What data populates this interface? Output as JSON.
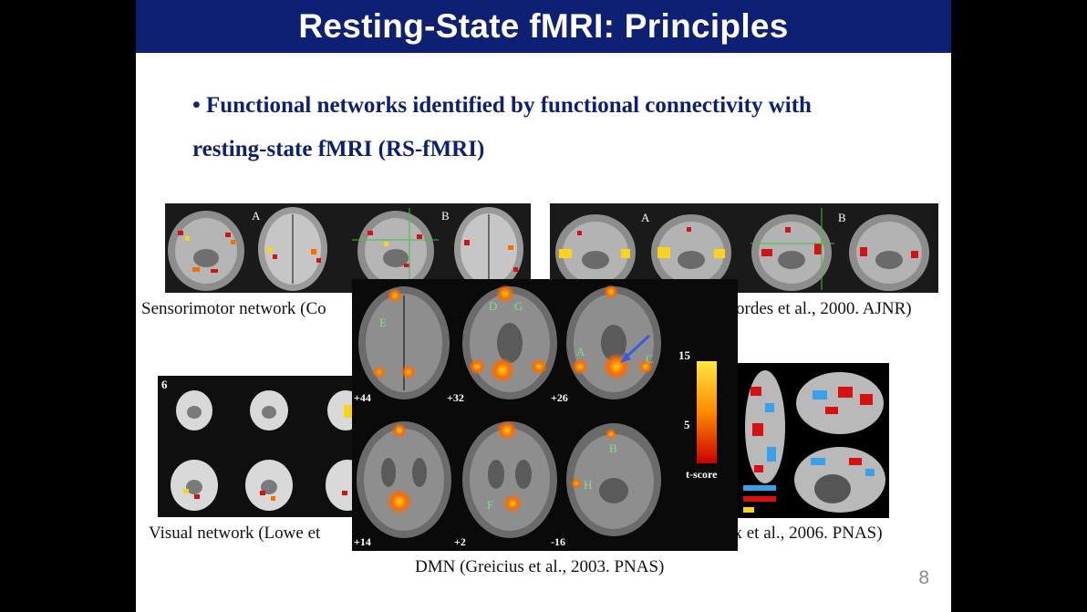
{
  "slide": {
    "title": "Resting-State fMRI: Principles",
    "bullet_line1": "• Functional networks identified by functional connectivity with",
    "bullet_line2": "resting-state fMRI (RS-fMRI)",
    "page_number": "8"
  },
  "captions": {
    "sensorimotor": "Sensorimotor network (Co",
    "auditory": "ordes et al., 2000. AJNR)",
    "visual": "Visual network (Lowe et",
    "attention": "ox et al., 2006. PNAS)",
    "dmn": "DMN (Greicius et al., 2003. PNAS)"
  },
  "figure_labels": {
    "panel_a": "A",
    "panel_b": "B",
    "visual_fig_number": "6",
    "dmn_regions": [
      "E",
      "D",
      "G",
      "A",
      "C",
      "B",
      "F",
      "H"
    ],
    "dmn_slices": [
      "+44",
      "+32",
      "+26",
      "+14",
      "+2",
      "-16"
    ],
    "colorbar_max": "15",
    "colorbar_mid": "5",
    "colorbar_label": "t-score"
  },
  "colors": {
    "title_bar": "#0d2073",
    "bullet_text": "#0d2073",
    "activation_hot": "#ffd21a",
    "activation_mid": "#ff6a00",
    "activation_low": "#d81010",
    "anticorrelation": "#3aa0e8",
    "region_label": "#7fe07f"
  }
}
